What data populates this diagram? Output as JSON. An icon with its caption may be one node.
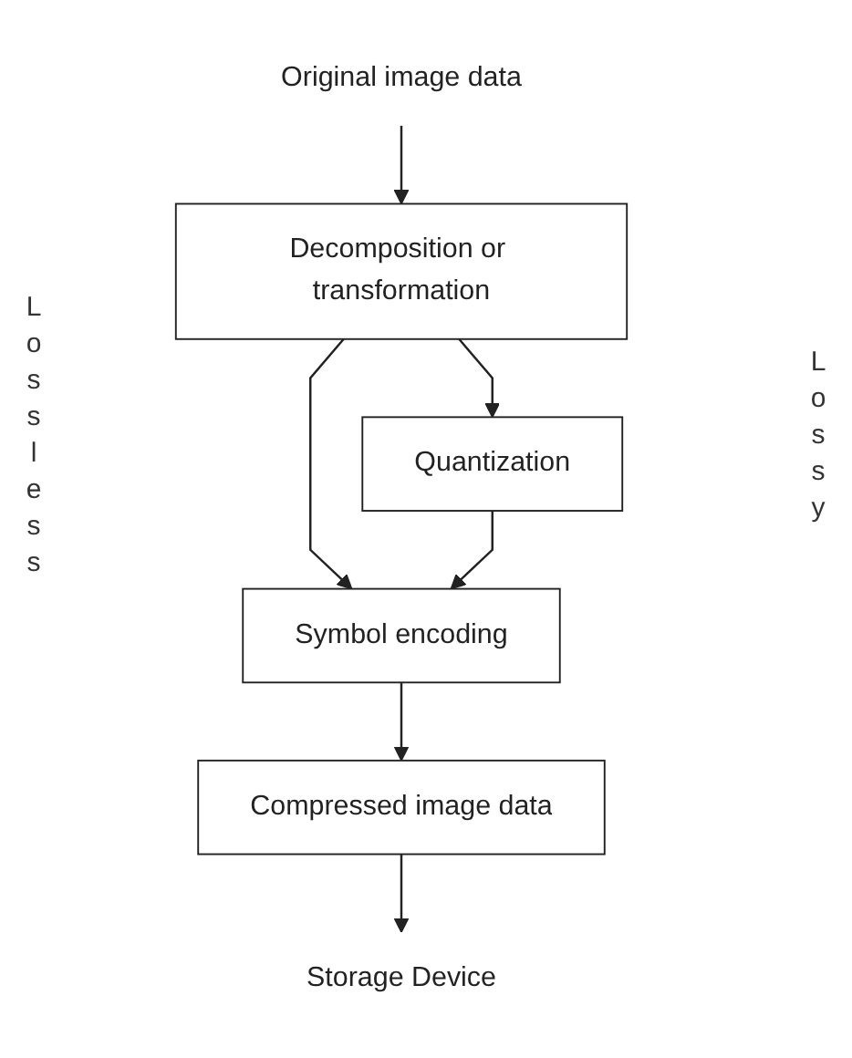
{
  "diagram": {
    "nodes": [
      {
        "text": [
          "Original image data"
        ]
      },
      {
        "text": [
          "Decomposition or transformation"
        ]
      },
      {
        "text": [
          "Quantization"
        ]
      },
      {
        "text": [
          "Symbol encoding"
        ]
      },
      {
        "text": [
          "Compressed image data"
        ]
      },
      {
        "text": [
          "Storage Device"
        ]
      }
    ],
    "edges": [
      {
        "from": 0,
        "to": 1,
        "arrow": "to"
      },
      {
        "from": 1,
        "to": 3,
        "arrow": "to"
      },
      {
        "from": 1,
        "to": 2,
        "arrow": "to"
      },
      {
        "from": 2,
        "to": 3,
        "arrow": "to"
      },
      {
        "from": 3,
        "to": 4,
        "arrow": "to"
      },
      {
        "from": 4,
        "to": 5,
        "arrow": "to"
      }
    ],
    "labels": [
      "Lossless",
      "Lossy"
    ]
  }
}
